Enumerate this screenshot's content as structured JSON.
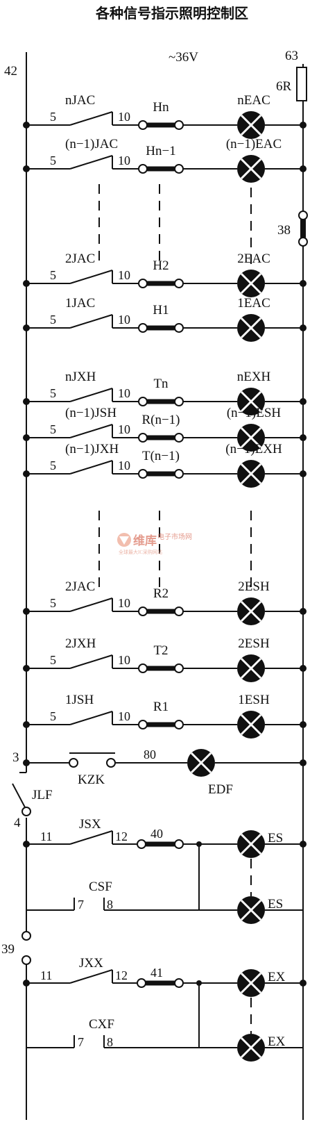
{
  "title": "各种信号指示照明控制区",
  "supply": {
    "voltage": "~36V",
    "left_bus": "42",
    "right_bus": "63",
    "fuse": "6R",
    "right_node": "38"
  },
  "circuit_a": [
    {
      "contact": "nJAC",
      "in": "5",
      "out": "10",
      "element": "Hn",
      "lamp": "nEAC"
    },
    {
      "contact": "(n−1)JAC",
      "in": "5",
      "out": "10",
      "element": "Hn−1",
      "lamp": "(n−1)EAC"
    },
    {
      "contact": "2JAC",
      "in": "5",
      "out": "10",
      "element": "H2",
      "lamp": "2EAC"
    },
    {
      "contact": "1JAC",
      "in": "5",
      "out": "10",
      "element": "H1",
      "lamp": "1EAC"
    }
  ],
  "circuit_b": [
    {
      "contact": "nJXH",
      "in": "5",
      "out": "10",
      "element": "Tn",
      "lamp": "nEXH"
    },
    {
      "contact": "(n−1)JSH",
      "in": "5",
      "out": "10",
      "element": "R(n−1)",
      "lamp": "(n−1)ESH"
    },
    {
      "contact": "(n−1)JXH",
      "in": "5",
      "out": "10",
      "element": "T(n−1)",
      "lamp": "(n−1)EXH"
    },
    {
      "contact": "2JAC",
      "in": "5",
      "out": "10",
      "element": "R2",
      "lamp": "2ESH"
    },
    {
      "contact": "2JXH",
      "in": "5",
      "out": "10",
      "element": "T2",
      "lamp": "2ESH"
    },
    {
      "contact": "1JSH",
      "in": "5",
      "out": "10",
      "element": "R1",
      "lamp": "1ESH"
    }
  ],
  "bell": {
    "node_top": "3",
    "node_bottom": "4",
    "switch": "JLF",
    "button": "KZK",
    "node_mid": "80",
    "lamp": "EDF"
  },
  "group_s": {
    "contact": "JSX",
    "in": "11",
    "out": "12",
    "element": "40",
    "lamp": "ES",
    "contact2": "CSF",
    "c2_in": "7",
    "c2_out": "8",
    "lamp2": "ES"
  },
  "group_x": {
    "node": "39",
    "contact": "JXX",
    "in": "11",
    "out": "12",
    "element": "41",
    "lamp": "EX",
    "contact2": "CXF",
    "c2_in": "7",
    "c2_out": "8",
    "lamp2": "EX"
  },
  "watermark": {
    "brand": "维库",
    "line1": "电子市场网",
    "line2": "全球最大IC采购网站"
  }
}
